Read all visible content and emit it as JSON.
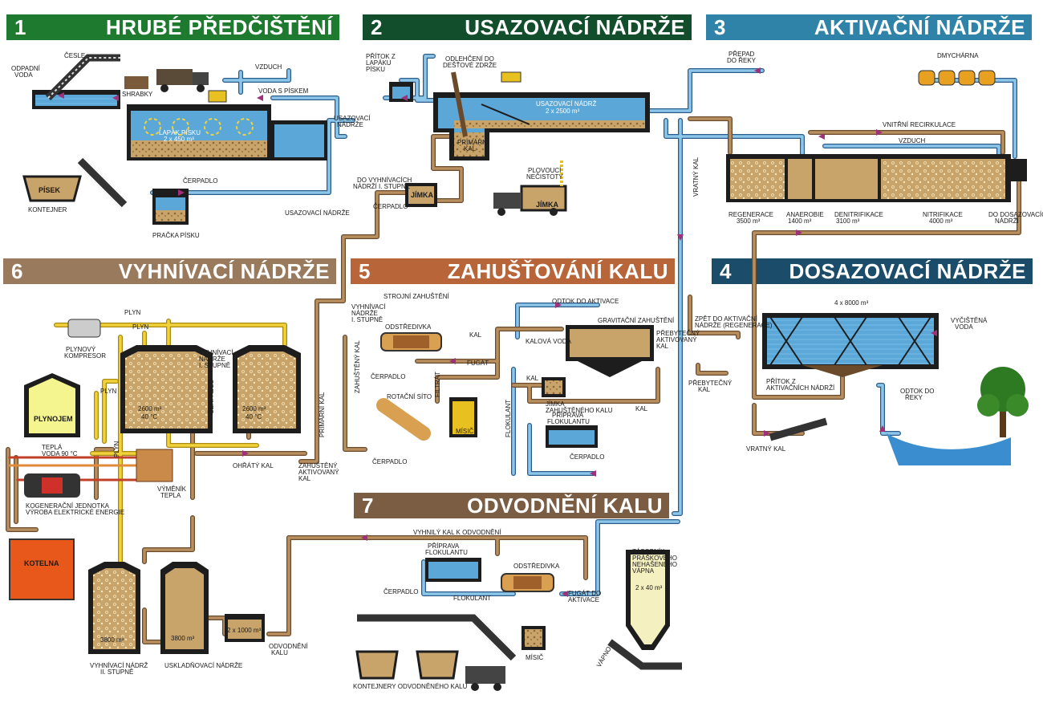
{
  "sections": [
    {
      "num": "1",
      "title": "HRUBÉ PŘEDČIŠTĚNÍ",
      "color": "#1e7a2e"
    },
    {
      "num": "2",
      "title": "USAZOVACÍ NÁDRŽE",
      "color": "#134e2c"
    },
    {
      "num": "3",
      "title": "AKTIVAČNÍ NÁDRŽE",
      "color": "#2f82a8"
    },
    {
      "num": "4",
      "title": "DOSAZOVACÍ NÁDRŽE",
      "color": "#1b4d6b"
    },
    {
      "num": "5",
      "title": "ZAHUŠŤOVÁNÍ KALU",
      "color": "#b8653a"
    },
    {
      "num": "6",
      "title": "VYHNÍVACÍ NÁDRŽE",
      "color": "#9a7a5c"
    },
    {
      "num": "7",
      "title": "ODVODNĚNÍ KALU",
      "color": "#7b5d44"
    }
  ],
  "s1": {
    "odpadni_voda_1": "ODPADNÍ",
    "odpadni_voda_2": "VODA",
    "cesle": "ČESLE",
    "shrabky": "SHRABKY",
    "vzduch": "VZDUCH",
    "voda_s_piskem": "VODA S PÍSKEM",
    "lapak_1": "LAPÁK PÍSKU",
    "lapak_2": "2 x 450 m³",
    "usazovaci_1": "USAZOVACÍ",
    "usazovaci_2": "NÁDRŽE",
    "cerpadlo": "ČERPADLO",
    "pisek": "PÍSEK",
    "kontejner": "KONTEJNER",
    "pracka": "PRAČKA PÍSKU",
    "usazovaci_nadrze": "USAZOVACÍ NÁDRŽE"
  },
  "s2": {
    "pritok_1": "PŘÍTOK Z",
    "pritok_2": "LAPÁKU",
    "pritok_3": "PÍSKU",
    "odlehceni_1": "ODLEHČENÍ DO",
    "odlehceni_2": "DEŠŤOVÉ ZDRŽE",
    "nadrz_1": "USAZOVACÍ NÁDRŽ",
    "nadrz_2": "2 x 2500 m³",
    "primarni_1": "PRIMÁRNÍ",
    "primarni_2": "KAL",
    "do_vyhn_1": "DO VYHNÍVACÍCH",
    "do_vyhn_2": "NÁDRŽÍ I. STUPNĚ",
    "cerpadlo": "ČERPADLO",
    "jimka": "JÍMKA",
    "plovouci_1": "PLOVOUCÍ",
    "plovouci_2": "NEČISTOTY",
    "jimka2": "JÍMKA"
  },
  "s3": {
    "prepad_1": "PŘEPAD",
    "prepad_2": "DO ŘEKY",
    "dmychárna": "DMYCHÁRNA",
    "vnitrni": "VNITŘNÍ RECIRKULACE",
    "vzduch": "VZDUCH",
    "vratny_kal": "VRATNÝ KAL",
    "regenerace": "REGENERACE",
    "regenerace_v": "3500 m³",
    "anaerobie": "ANAEROBIE",
    "anaerobie_v": "1400 m³",
    "denitrifikace": "DENITRIFIKACE",
    "denitrifikace_v": "3100 m³",
    "nitrifikace": "NITRIFIKACE",
    "nitrifikace_v": "4000 m³",
    "do_dosaz_1": "DO DOSAZOVACÍCH",
    "do_dosaz_2": "NÁDRŽÍ"
  },
  "s4": {
    "objem": "4 x 8000 m³",
    "zpet_1": "ZPĚT DO AKTIVAČNÍ",
    "zpet_2": "NÁDRŽE (REGENERACE)",
    "vycistena_1": "VYČIŠTĚNÁ",
    "vycistena_2": "VODA",
    "prebytecny_1": "PŘEBYTEČNÝ",
    "prebytecny_2": "KAL",
    "pritok_1": "PŘÍTOK Z",
    "pritok_2": "AKTIVAČNÍCH NÁDRŽÍ",
    "odtok_1": "ODTOK DO",
    "odtok_2": "ŘEKY",
    "vratny": "VRATNÝ KAL"
  },
  "s5": {
    "strojni": "STROJNÍ ZAHUŠTĚNÍ",
    "vyhn_1": "VYHNÍVACÍ",
    "vyhn_2": "NÁDRŽE",
    "vyhn_3": "I. STUPNĚ",
    "odstredivka": "ODSTŘEDIVKA",
    "kal": "KAL",
    "fugat": "FUGÁT",
    "odtok": "ODTOK DO AKTIVACE",
    "gravitacni": "GRAVITAČNÍ ZAHUŠTĚNÍ",
    "kalova_voda": "KALOVÁ VODA",
    "preb_1": "PŘEBYTEČNÝ",
    "preb_2": "AKTIVOVANÝ",
    "preb_3": "KAL",
    "zahusteny": "ZAHUŠTĚNÝ KAL",
    "cerpadlo": "ČERPADLO",
    "rotacni": "ROTAČNÍ SÍTO",
    "filtrat": "FILTRÁT",
    "kal2": "KAL",
    "jimka_1": "JÍMKA",
    "jimka_2": "ZAHUŠTĚNÉHO KALU",
    "kal3": "KAL",
    "priprava_1": "PŘÍPRAVA",
    "priprava_2": "FLOKULANTU",
    "flokulant": "FLOKULANT",
    "misic": "MÍSIČ",
    "cerpadlo2": "ČERPADLO",
    "cerpadlo3": "ČERPADLO"
  },
  "s6": {
    "plyn": "PLYN",
    "plyn2": "PLYN",
    "kompresor_1": "PLYNOVÝ",
    "kompresor_2": "KOMPRESOR",
    "vyhn_1": "VYHNÍVACÍ",
    "vyhn_2": "NÁDRŽE",
    "vyhn_3": "I. STUPNĚ",
    "objem_1": "2600 m³",
    "teplota_1": "40 °C",
    "objem_2": "2600 m³",
    "teplota_2": "40 °C",
    "cerpadlo": "ČERPADLO",
    "primarni": "PRIMÁRNÍ KAL",
    "plynojem": "PLYNOJEM",
    "plyn3": "PLYN",
    "plyn4": "PLYN",
    "tepla_1": "TEPLÁ",
    "tepla_2": "VODA 90 °C",
    "ohraty": "OHŘÁTÝ KAL",
    "zahusteny_1": "ZAHUŠTĚNÝ",
    "zahusteny_2": "AKTIVOVANÝ",
    "zahusteny_3": "KAL",
    "vymenik_1": "VÝMĚNÍK",
    "vymenik_2": "TEPLA",
    "kogen_1": "KOGENERAČNÍ JEDNOTKA",
    "kogen_2": "VÝROBA ELEKTRICKÉ ENERGIE",
    "kotelna": "KOTELNA",
    "vyhn2_v": "3800 m³",
    "sklad_v": "3800 m³",
    "maly_v": "2 x 1000 m³",
    "vyhn2_1": "VYHNÍVACÍ NÁDRŽ",
    "vyhn2_2": "II. STUPNĚ",
    "uskl": "USKLADŇOVACÍ NÁDRŽE",
    "odvodneni_1": "ODVODNĚNÍ",
    "odvodneni_2": "KALU"
  },
  "s7": {
    "vyhnily": "VYHNILÝ KAL K ODVODNĚNÍ",
    "priprava_1": "PŘÍPRAVA",
    "priprava_2": "FLOKULANTU",
    "odstredivka": "ODSTŘEDIVKA",
    "zasobnik_1": "ZÁSOBNÍK",
    "zasobnik_2": "PRÁŠKOVÉHO",
    "zasobnik_3": "NEHAŠENÉHO",
    "zasobnik_4": "VÁPNA",
    "zasobnik_v": "2 x 40 m³",
    "cerpadlo": "ČERPADLO",
    "flokulant": "FLOKULANT",
    "fugat_1": "FUGÁT DO",
    "fugat_2": "AKTIVACE",
    "misic": "MÍSIČ",
    "vapno": "VÁPNO",
    "kontejnery": "KONTEJNERY ODVODNĚNÉHO KALU"
  }
}
